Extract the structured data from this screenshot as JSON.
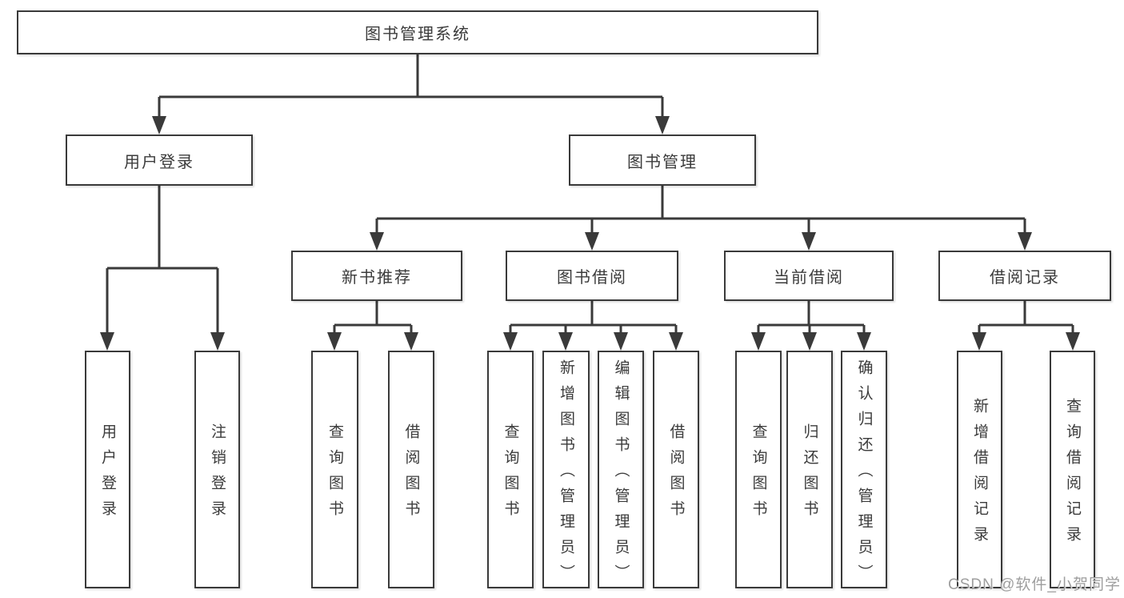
{
  "diagram": {
    "title": "图书管理系统",
    "nodes": {
      "root": {
        "label": "图书管理系统"
      },
      "user_login": {
        "label": "用户登录"
      },
      "book_mgmt": {
        "label": "图书管理"
      },
      "leaf_user_login": {
        "label": "用户登录"
      },
      "leaf_logout": {
        "label": "注销登录"
      },
      "new_book_rec": {
        "label": "新书推荐"
      },
      "book_borrow": {
        "label": "图书借阅"
      },
      "current_borrow": {
        "label": "当前借阅"
      },
      "borrow_records": {
        "label": "借阅记录"
      },
      "rec_query_books": {
        "label": "查询图书"
      },
      "rec_borrow_books": {
        "label": "借阅图书"
      },
      "bb_query_books": {
        "label": "查询图书"
      },
      "bb_add_books": {
        "label": "新增图书（管理员）"
      },
      "bb_edit_books": {
        "label": "编辑图书（管理员）"
      },
      "bb_borrow_books": {
        "label": "借阅图书"
      },
      "cb_query_books": {
        "label": "查询图书"
      },
      "cb_return_books": {
        "label": "归还图书"
      },
      "cb_confirm_return": {
        "label": "确认归还（管理员）"
      },
      "br_add_record": {
        "label": "新增借阅记录"
      },
      "br_query_record": {
        "label": "查询借阅记录"
      }
    },
    "tree": {
      "label": "图书管理系统",
      "children": [
        {
          "label": "用户登录",
          "children": [
            {
              "label": "用户登录"
            },
            {
              "label": "注销登录"
            }
          ]
        },
        {
          "label": "图书管理",
          "children": [
            {
              "label": "新书推荐",
              "children": [
                {
                  "label": "查询图书"
                },
                {
                  "label": "借阅图书"
                }
              ]
            },
            {
              "label": "图书借阅",
              "children": [
                {
                  "label": "查询图书"
                },
                {
                  "label": "新增图书（管理员）"
                },
                {
                  "label": "编辑图书（管理员）"
                },
                {
                  "label": "借阅图书"
                }
              ]
            },
            {
              "label": "当前借阅",
              "children": [
                {
                  "label": "查询图书"
                },
                {
                  "label": "归还图书"
                },
                {
                  "label": "确认归还（管理员）"
                }
              ]
            },
            {
              "label": "借阅记录",
              "children": [
                {
                  "label": "新增借阅记录"
                },
                {
                  "label": "查询借阅记录"
                }
              ]
            }
          ]
        }
      ]
    }
  },
  "watermark": {
    "text": "CSDN @软件_小贺同学"
  },
  "colors": {
    "line": "#3a3a3a",
    "text": "#3b3b3b",
    "box_background": "#ffffff",
    "page_background": "#ffffff",
    "watermark": "#9e9e9e"
  }
}
